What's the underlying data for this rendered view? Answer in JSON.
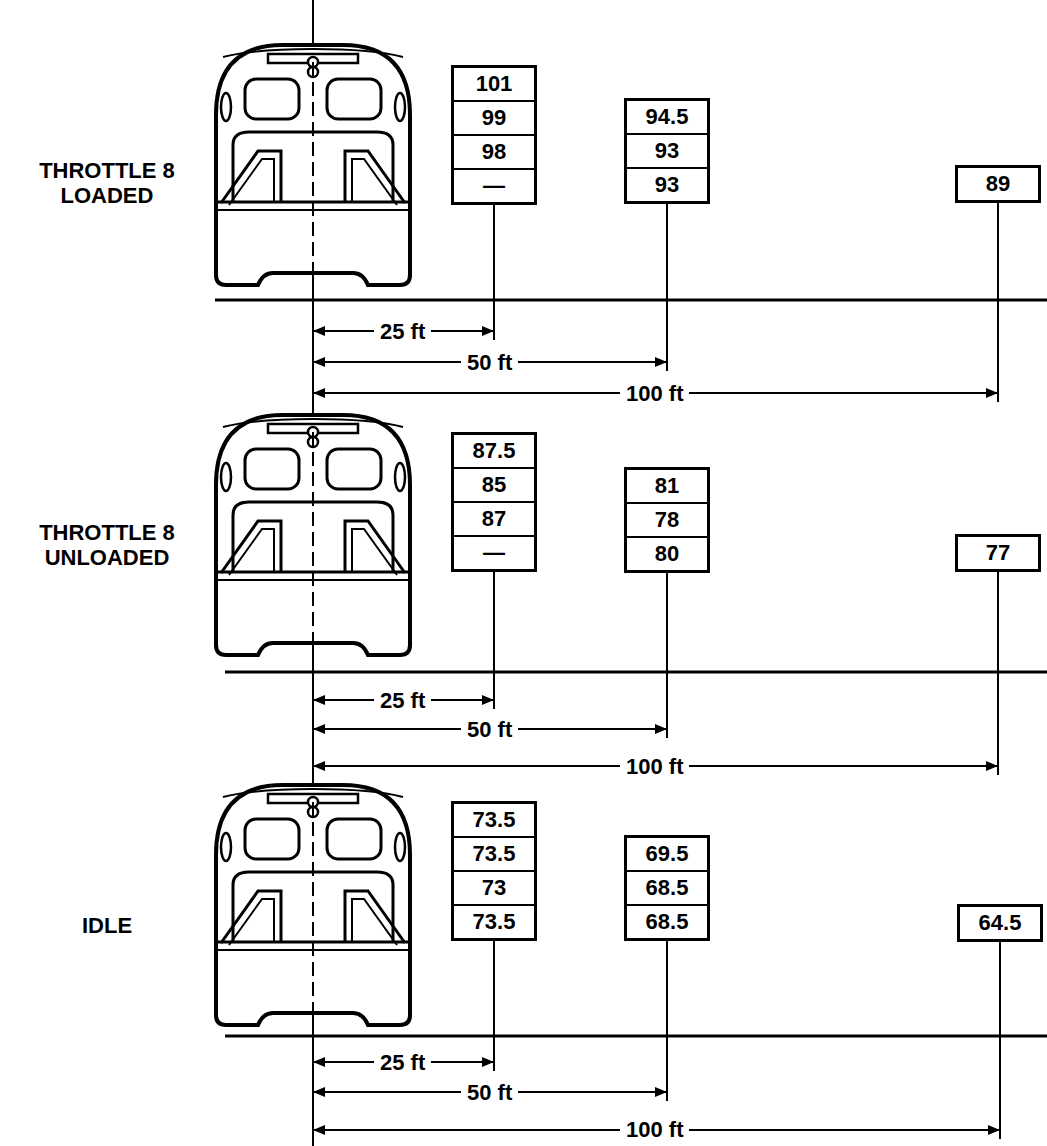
{
  "diagram": {
    "nodes": [
      {
        "text": [
          "101",
          "99",
          "98",
          "—"
        ]
      },
      {
        "text": [
          "94.5",
          "93",
          "93"
        ]
      },
      {
        "text": [
          "89"
        ]
      },
      {
        "text": [
          "87.5",
          "85",
          "87",
          "—"
        ]
      },
      {
        "text": [
          "81",
          "78",
          "80"
        ]
      },
      {
        "text": [
          "77"
        ]
      },
      {
        "text": [
          "73.5",
          "73.5",
          "73",
          "73.5"
        ]
      },
      {
        "text": [
          "69.5",
          "68.5",
          "68.5"
        ]
      },
      {
        "text": [
          "64.5"
        ]
      }
    ],
    "labels": [
      "THROTTLE 8 LOADED",
      "25 ft",
      "50 ft",
      "100 ft",
      "THROTTLE 8 UNLOADED",
      "25 ft",
      "50 ft",
      "100 ft",
      "IDLE",
      "25 ft",
      "50 ft",
      "100 ft"
    ]
  }
}
